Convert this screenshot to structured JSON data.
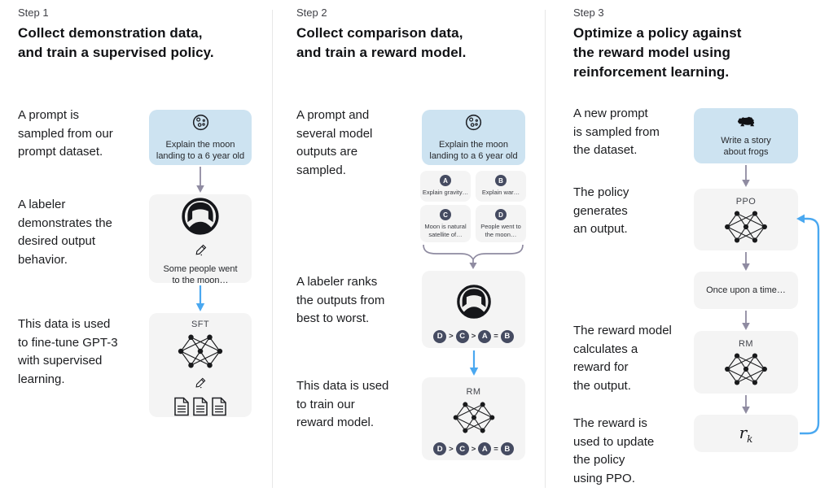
{
  "step1": {
    "label": "Step 1",
    "title": "Collect demonstration data,\nand train a supervised policy.",
    "p_prompt": "A prompt is\nsampled from our\nprompt dataset.",
    "p_labeler": "A labeler\ndemonstrates the\ndesired output\nbehavior.",
    "p_data": "This data is used\nto fine-tune GPT-3\nwith supervised\nlearning.",
    "prompt_box_text": "Explain the moon\nlanding to a 6 year old",
    "demo_box_text": "Some people went\nto the moon…",
    "model_label": "SFT"
  },
  "step2": {
    "label": "Step 2",
    "title": "Collect comparison data,\nand train a reward model.",
    "p_prompt": "A prompt and\nseveral model\noutputs are\nsampled.",
    "p_labeler": "A labeler ranks\nthe outputs from\nbest to worst.",
    "p_data": "This data is used\nto train our\nreward model.",
    "prompt_box_text": "Explain the moon\nlanding to a 6 year old",
    "outputs": [
      {
        "letter": "A",
        "text": "Explain gravity…"
      },
      {
        "letter": "B",
        "text": "Explain war…"
      },
      {
        "letter": "C",
        "text": "Moon is natural\nsatellite of…"
      },
      {
        "letter": "D",
        "text": "People went to\nthe moon…"
      }
    ],
    "ranking": [
      "D",
      ">",
      "C",
      ">",
      "A",
      "=",
      "B"
    ],
    "model_label": "RM"
  },
  "step3": {
    "label": "Step 3",
    "title": "Optimize a policy against\nthe reward model using\nreinforcement learning.",
    "p_prompt": "A new prompt\nis sampled from\nthe dataset.",
    "p_policy": "The policy\ngenerates\nan output.",
    "p_reward": "The reward model\ncalculates a\nreward for\nthe output.",
    "p_update": "The reward is\nused to update\nthe policy\nusing PPO.",
    "prompt_box_text": "Write a story\nabout frogs",
    "policy_label": "PPO",
    "output_box_text": "Once upon a time…",
    "rm_label": "RM",
    "reward_symbol": "r",
    "reward_subscript": "k"
  },
  "icons": {
    "moon": "moon-icon",
    "labeler": "labeler-avatar-icon",
    "pencil": "pencil-icon",
    "network": "neural-network-icon",
    "document": "document-icon",
    "frog": "frog-icon",
    "arrow_down_gray": "arrow-down-gray",
    "arrow_down_blue": "arrow-down-blue",
    "brace": "curly-brace-funnel",
    "loop": "feedback-loop-arrow"
  },
  "colors": {
    "prompt_box_bg": "#cde3f1",
    "step_box_bg": "#f4f4f4",
    "chip_bg": "#454b61",
    "arrow_gray": "#8f8ba1",
    "arrow_blue": "#4aa8f0",
    "text": "#1b1c1f"
  }
}
